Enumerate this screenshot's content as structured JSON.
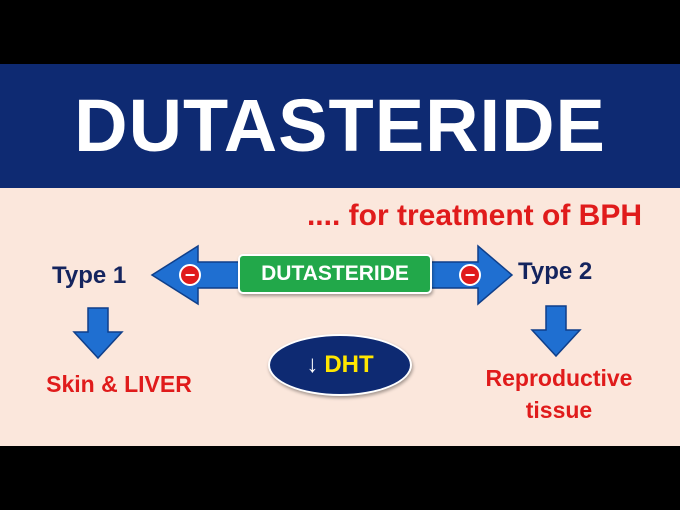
{
  "title": "DUTASTERIDE",
  "subtitle": ".... for treatment of BPH",
  "center_label": "DUTASTERIDE",
  "left_branch": {
    "type_label": "Type 1",
    "inhibit_symbol": "−",
    "target": "Skin & LIVER"
  },
  "right_branch": {
    "type_label": "Type 2",
    "inhibit_symbol": "−",
    "target_line1": "Reproductive",
    "target_line2": "tissue"
  },
  "effect": {
    "arrow": "↓",
    "label": "DHT"
  },
  "colors": {
    "banner": "#0e2a72",
    "background": "#fbe7dc",
    "arrow_blue": "#1f6fd1",
    "center_green": "#22a84a",
    "accent_red": "#e01b1b",
    "dht_yellow": "#ffe600"
  }
}
